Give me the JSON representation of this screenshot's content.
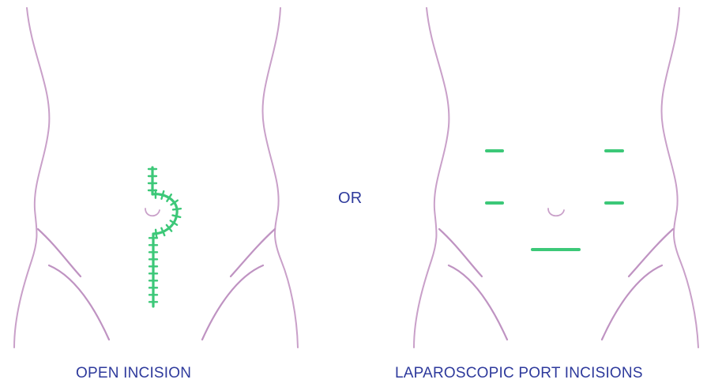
{
  "labels": {
    "open": "OPEN INCISION",
    "or": "OR",
    "laparoscopic": "LAPAROSCOPIC PORT INCISIONS"
  },
  "colors": {
    "body_outline": "#c9a0c9",
    "incision": "#3cc878",
    "label_text": "#2e3a9c"
  },
  "figures": [
    {
      "name": "open-incision-figure",
      "incision_type": "open midline with umbilical curve"
    },
    {
      "name": "laparoscopic-figure",
      "port_count": 5
    }
  ]
}
